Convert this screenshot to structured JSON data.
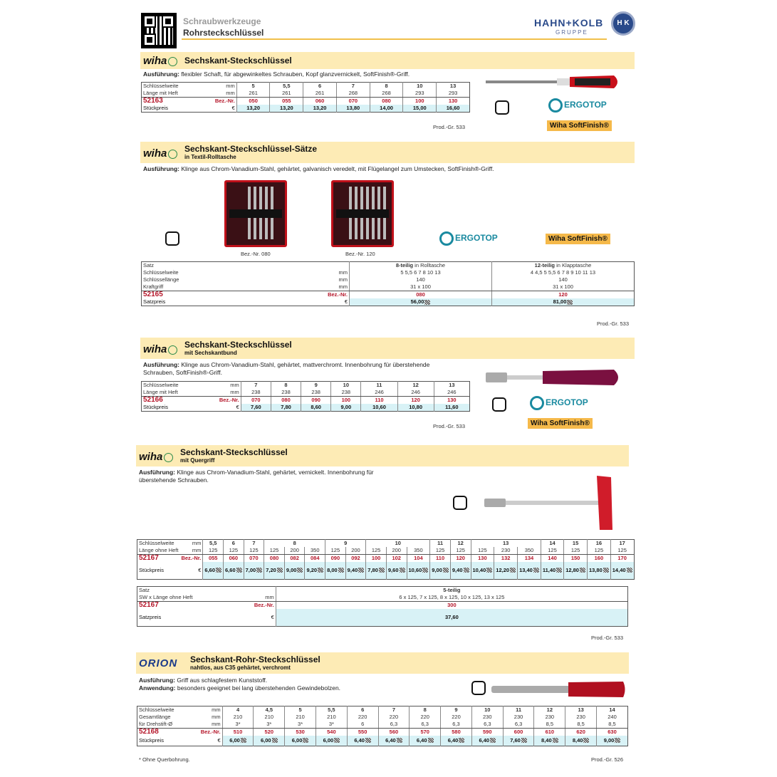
{
  "header": {
    "category": "Schraubwerkzeuge",
    "subcategory": "Rohrsteckschlüssel",
    "brand": "HAHN+KOLB",
    "brand_sub": "GRUPPE",
    "brand_logo": "H K"
  },
  "ergotop": "ERGOTOP",
  "softfinish": "Wiha SoftFinish®",
  "prod_label_533": "Prod.-Gr. 533",
  "prod_label_526": "Prod.-Gr. 526",
  "s1": {
    "logo": "wiha",
    "title": "Sechskant-Steckschlüssel",
    "ausf_label": "Ausführung:",
    "ausf": "flexibler Schaft, für abgewinkeltes Schrauben, Kopf glanzvernickelt, SoftFinish®-Griff.",
    "rows": {
      "sw": "Schlüsselweite",
      "len": "Länge mit Heft",
      "mm": "mm",
      "art": "52163",
      "bez": "Bez.-Nr.",
      "price": "Stückpreis",
      "eur": "€"
    },
    "sw": [
      "5",
      "5,5",
      "6",
      "7",
      "8",
      "10",
      "13"
    ],
    "len": [
      "261",
      "261",
      "261",
      "268",
      "268",
      "293",
      "293"
    ],
    "bez": [
      "050",
      "055",
      "060",
      "070",
      "080",
      "100",
      "130"
    ],
    "preis": [
      "13,20",
      "13,20",
      "13,20",
      "13,80",
      "14,00",
      "15,00",
      "16,60"
    ]
  },
  "s2": {
    "logo": "wiha",
    "title": "Sechskant-Steckschlüssel-Sätze",
    "sub": "in Textil-Rolltasche",
    "ausf_label": "Ausführung:",
    "ausf": "Klinge aus Chrom-Vanadium-Stahl, gehärtet, galvanisch veredelt, mit Flügelangel zum Umstecken, SoftFinish®-Griff.",
    "cap1": "Bez.-Nr. 080",
    "cap2": "Bez.-Nr. 120",
    "rows": {
      "satz": "Satz",
      "sw": "Schlüsselweite",
      "sl": "Schlüssellänge",
      "kg": "Kraftgriff",
      "mm": "mm",
      "art": "52165",
      "bez": "Bez.-Nr.",
      "price": "Satzpreis",
      "eur": "€"
    },
    "c1": {
      "head_b": "8-teilig",
      "head": " in Rolltasche",
      "sw": "5 5,5 6 7 8 10 13",
      "sl": "140",
      "kg": "31 x 100",
      "bez": "080",
      "preis": "56,00"
    },
    "c2": {
      "head_b": "12-teilig",
      "head": " in Klapptasche",
      "sw": "4 4,5 5 5,5 6 7 8 9 10 11 13",
      "sl": "140",
      "kg": "31 x 100",
      "bez": "120",
      "preis": "81,00"
    }
  },
  "s3": {
    "logo": "wiha",
    "title": "Sechskant-Steckschlüssel",
    "sub": "mit Sechskantbund",
    "ausf_label": "Ausführung:",
    "ausf1": "Klinge aus Chrom-Vanadium-Stahl, gehärtet, mattverchromt. Innenbohrung für überstehende",
    "ausf2": "Schrauben, SoftFinish®-Griff.",
    "rows": {
      "sw": "Schlüsselweite",
      "len": "Länge mit Heft",
      "mm": "mm",
      "art": "52166",
      "bez": "Bez.-Nr.",
      "price": "Stückpreis",
      "eur": "€"
    },
    "sw": [
      "7",
      "8",
      "9",
      "10",
      "11",
      "12",
      "13"
    ],
    "len": [
      "238",
      "238",
      "238",
      "238",
      "246",
      "246",
      "246"
    ],
    "bez": [
      "070",
      "080",
      "090",
      "100",
      "110",
      "120",
      "130"
    ],
    "preis": [
      "7,60",
      "7,80",
      "8,60",
      "9,00",
      "10,60",
      "10,80",
      "11,60"
    ]
  },
  "s4": {
    "logo": "wiha",
    "title": "Sechskant-Steckschlüssel",
    "sub": "mit Quergriff",
    "ausf_label": "Ausführung:",
    "ausf1": "Klinge aus Chrom-Vanadium-Stahl, gehärtet, vernickelt. Innenbohrung für",
    "ausf2": "überstehende Schrauben.",
    "rows": {
      "sw": "Schlüsselweite",
      "len": "Länge ohne Heft",
      "mm": "mm",
      "art": "52167",
      "bez": "Bez.-Nr.",
      "price": "Stückpreis",
      "eur": "€",
      "satz": "Satz",
      "swl": "SW x Länge ohne Heft",
      "art2": "52167",
      "price2": "Satzpreis"
    },
    "swg": [
      [
        "5,5",
        1
      ],
      [
        "6",
        1
      ],
      [
        "7",
        1
      ],
      [
        "8",
        3
      ],
      [
        "9",
        2
      ],
      [
        "10",
        3
      ],
      [
        "11",
        1
      ],
      [
        "12",
        1
      ],
      [
        "13",
        3
      ],
      [
        "14",
        1
      ],
      [
        "15",
        1
      ],
      [
        "16",
        1
      ],
      [
        "17",
        1
      ]
    ],
    "len": [
      "125",
      "125",
      "125",
      "125",
      "200",
      "350",
      "125",
      "200",
      "125",
      "200",
      "350",
      "125",
      "125",
      "125",
      "230",
      "350",
      "125",
      "125",
      "125",
      "125"
    ],
    "bez": [
      "055",
      "060",
      "070",
      "080",
      "082",
      "084",
      "090",
      "092",
      "100",
      "102",
      "104",
      "110",
      "120",
      "130",
      "132",
      "134",
      "140",
      "150",
      "160",
      "170"
    ],
    "preis": [
      "6,60",
      "6,60",
      "7,00",
      "7,20",
      "9,00",
      "9,20",
      "8,00",
      "9,40",
      "7,80",
      "9,60",
      "10,60",
      "9,00",
      "9,40",
      "10,40",
      "12,20",
      "13,40",
      "11,40",
      "12,80",
      "13,80",
      "14,40"
    ],
    "set_head": "5-teilig",
    "set_sw": "6 x 125, 7 x 125, 8 x 125, 10 x 125, 13 x 125",
    "set_bez": "300",
    "set_preis": "37,60"
  },
  "s5": {
    "logo": "ORION",
    "title": "Sechskant-Rohr-Steckschlüssel",
    "sub": "nahtlos, aus C35 gehärtet, verchromt",
    "ausf_label": "Ausführung:",
    "ausf": "Griff aus schlagfestem Kunststoff.",
    "anw_label": "Anwendung:",
    "anw": "besonders geeignet bei lang überstehenden Gewindebolzen.",
    "rows": {
      "sw": "Schlüsselweite",
      "gl": "Gesamtlänge",
      "dd": "für Drehstift-Ø",
      "mm": "mm",
      "art": "52168",
      "bez": "Bez.-Nr.",
      "price": "Stückpreis",
      "eur": "€"
    },
    "sw": [
      "4",
      "4,5",
      "5",
      "5,5",
      "6",
      "7",
      "8",
      "9",
      "10",
      "11",
      "12",
      "13",
      "14"
    ],
    "gl": [
      "210",
      "210",
      "210",
      "210",
      "220",
      "220",
      "220",
      "220",
      "230",
      "230",
      "230",
      "230",
      "240"
    ],
    "dd": [
      "3*",
      "3*",
      "3*",
      "3*",
      "6",
      "6,3",
      "6,3",
      "6,3",
      "6,3",
      "6,3",
      "8,5",
      "8,5",
      "8,5"
    ],
    "bez": [
      "510",
      "520",
      "530",
      "540",
      "550",
      "560",
      "570",
      "580",
      "590",
      "600",
      "610",
      "620",
      "630"
    ],
    "preis": [
      "6,00",
      "6,00",
      "6,00",
      "6,00",
      "6,40",
      "6,40",
      "6,40",
      "6,40",
      "6,40",
      "7,60",
      "8,40",
      "8,40",
      "9,00"
    ],
    "footnote": "*    Ohne Querbohrung."
  }
}
